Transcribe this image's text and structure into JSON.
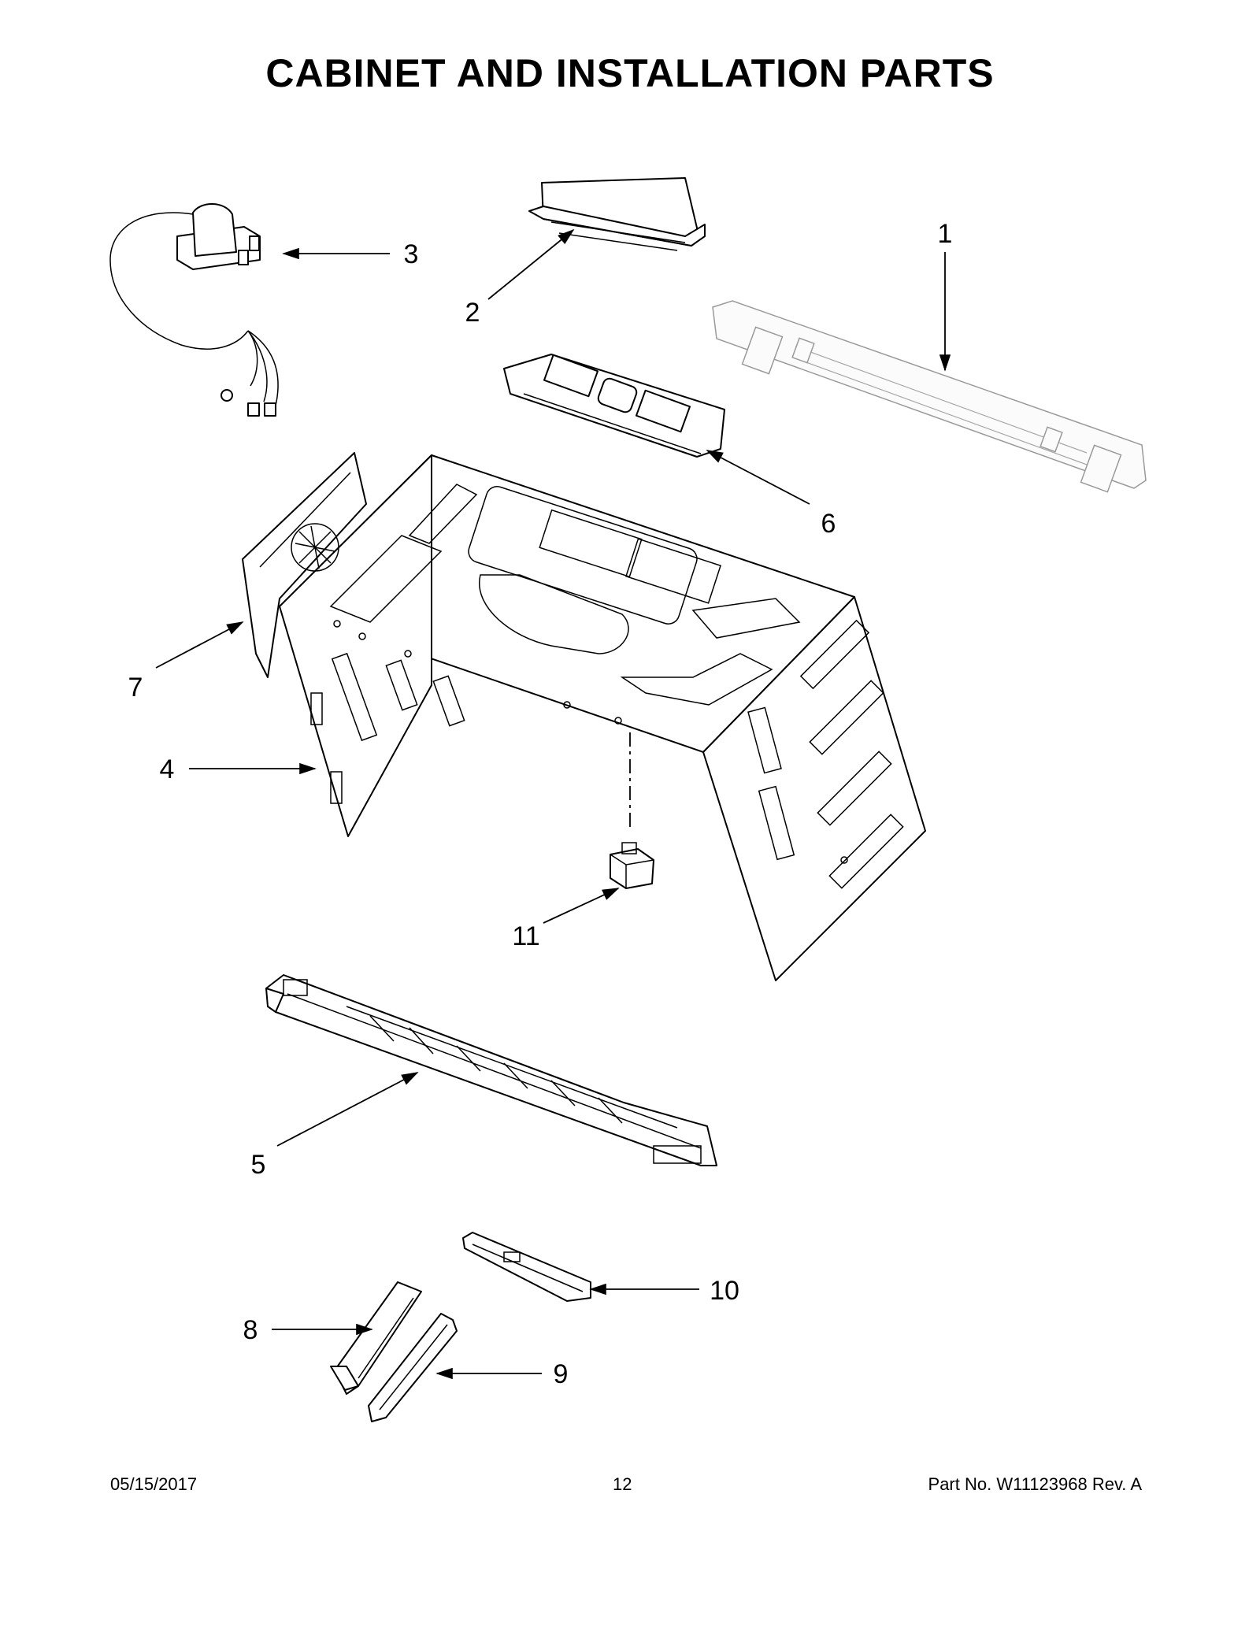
{
  "title": "CABINET AND INSTALLATION PARTS",
  "callouts": [
    {
      "id": "1",
      "label": "1"
    },
    {
      "id": "2",
      "label": "2"
    },
    {
      "id": "3",
      "label": "3"
    },
    {
      "id": "4",
      "label": "4"
    },
    {
      "id": "5",
      "label": "5"
    },
    {
      "id": "6",
      "label": "6"
    },
    {
      "id": "7",
      "label": "7"
    },
    {
      "id": "8",
      "label": "8"
    },
    {
      "id": "9",
      "label": "9"
    },
    {
      "id": "10",
      "label": "10"
    },
    {
      "id": "11",
      "label": "11"
    }
  ],
  "footer": {
    "date": "05/15/2017",
    "page": "12",
    "part_no": "Part No.  W11123968   Rev.  A"
  }
}
